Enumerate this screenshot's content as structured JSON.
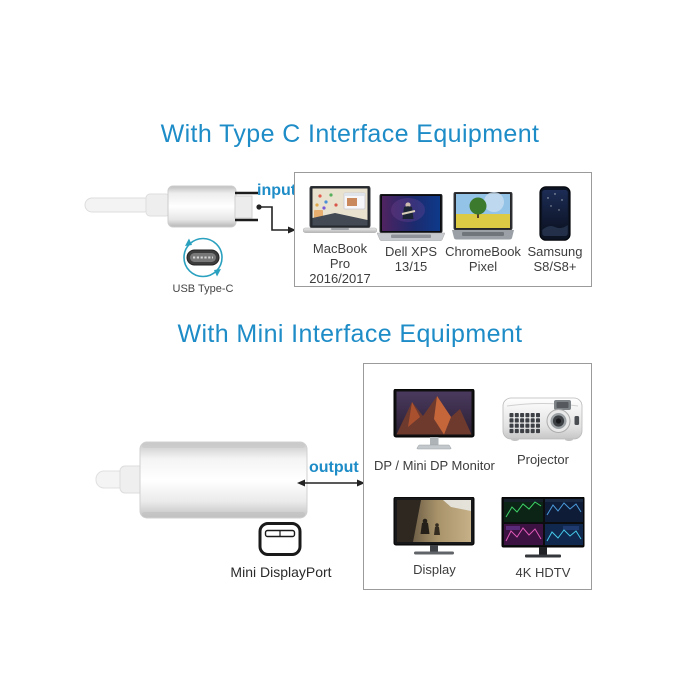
{
  "colors": {
    "accent_blue": "#1d8cc7",
    "panel_border": "#9b9b9b",
    "label_text": "#3d3d3d",
    "usb_c_ring_teal": "#2ba1c0"
  },
  "section_type_c": {
    "title": "With Type C Interface Equipment",
    "arrow_label": "input",
    "connector_icon": "usb-type-c-connector-icon",
    "connector_caption": "USB Type-C",
    "cable_image": "usb-c-cable-plug-image",
    "devices": [
      {
        "icon": "macbook-pro-image",
        "line1": "MacBook Pro",
        "line2": "2016/2017"
      },
      {
        "icon": "dell-xps-image",
        "line1": "Dell XPS",
        "line2": "13/15"
      },
      {
        "icon": "chromebook-pixel-image",
        "line1": "ChromeBook",
        "line2": "Pixel"
      },
      {
        "icon": "samsung-s8-image",
        "line1": "Samsung",
        "line2": "S8/S8+"
      }
    ]
  },
  "section_mini": {
    "title": "With Mini Interface Equipment",
    "arrow_label": "output",
    "connector_icon": "mini-displayport-connector-icon",
    "connector_caption": "Mini DisplayPort",
    "adapter_image": "white-adapter-body-image",
    "devices": [
      {
        "icon": "dp-monitor-image",
        "label": "DP / Mini DP Monitor"
      },
      {
        "icon": "projector-image",
        "label": "Projector"
      },
      {
        "icon": "display-monitor-image",
        "label": "Display"
      },
      {
        "icon": "4k-hdtv-image",
        "label": "4K HDTV"
      }
    ]
  }
}
